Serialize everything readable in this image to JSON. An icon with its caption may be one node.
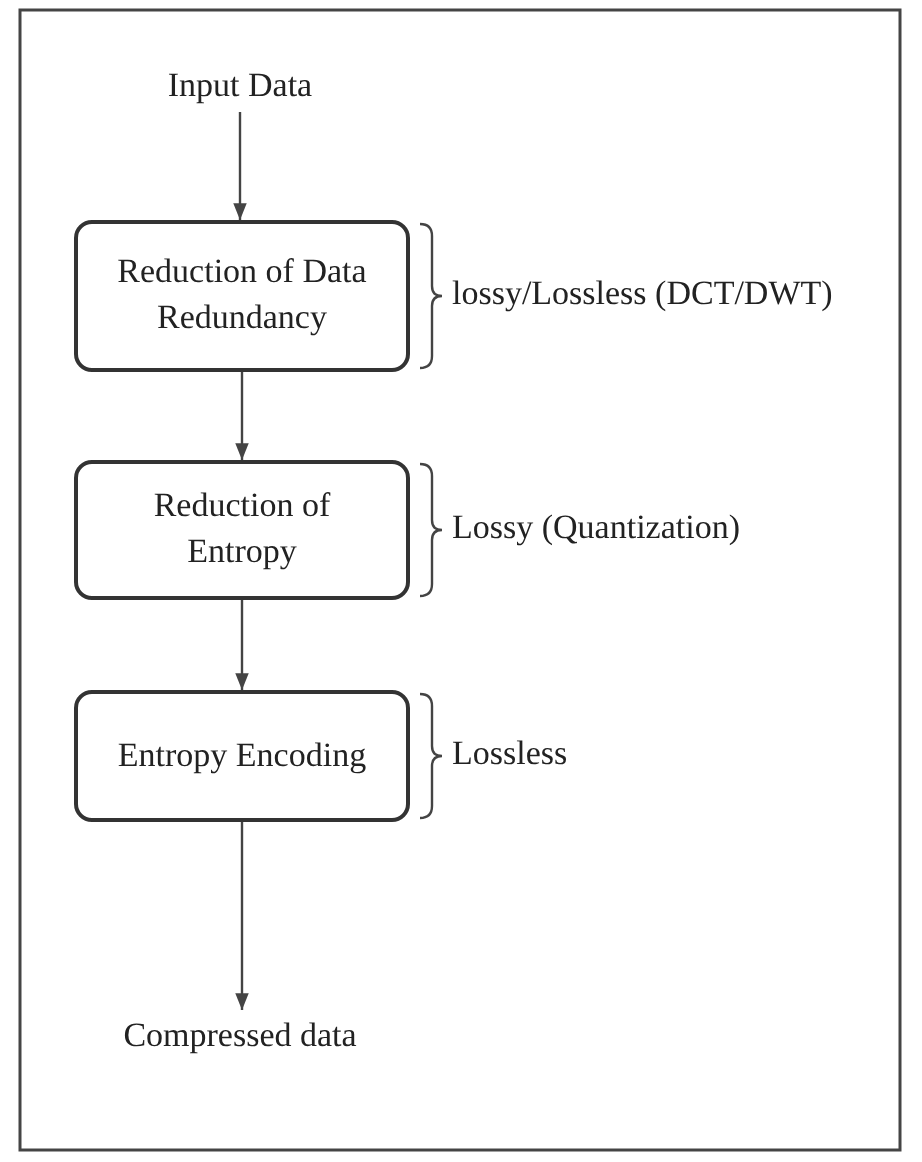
{
  "diagram": {
    "nodes": [
      {
        "text": [
          "Input Data"
        ]
      },
      {
        "text": [
          "Reduction of Data Redundancy"
        ],
        "beside": [
          "lossy/Lossless (DCT/DWT)"
        ]
      },
      {
        "text": [
          "Reduction of Entropy"
        ],
        "beside": [
          "Lossy (Quantization)"
        ]
      },
      {
        "text": [
          "Entropy Encoding"
        ],
        "beside": [
          "Lossless"
        ]
      },
      {
        "text": [
          "Compressed data"
        ]
      }
    ],
    "edges": [
      {
        "from": 0,
        "to": 1,
        "arrow": "to"
      },
      {
        "from": 1,
        "to": 2,
        "arrow": "to"
      },
      {
        "from": 2,
        "to": 3,
        "arrow": "to"
      },
      {
        "from": 3,
        "to": 4,
        "arrow": "to"
      }
    ]
  }
}
